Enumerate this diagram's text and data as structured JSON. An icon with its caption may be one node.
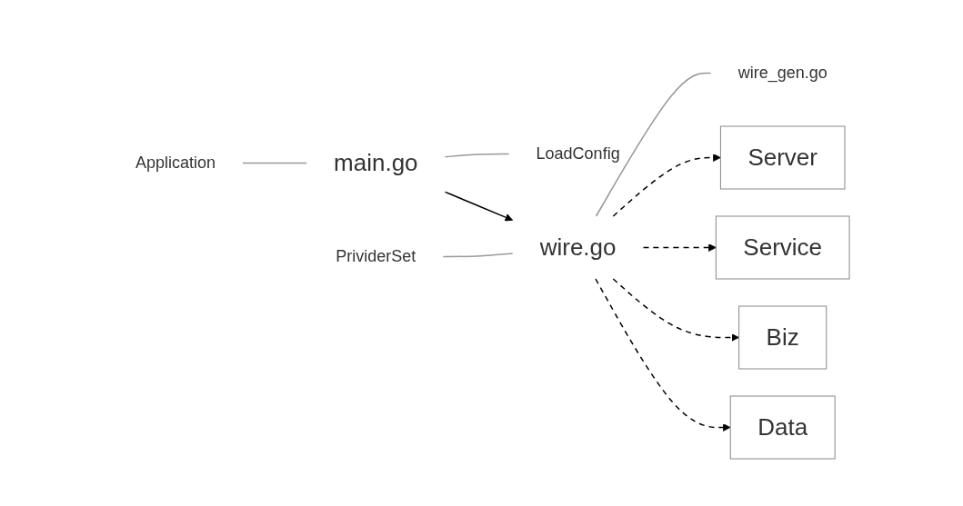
{
  "diagram": {
    "nodes": [
      {
        "text": [
          "Application"
        ]
      },
      {
        "text": [
          "main.go"
        ]
      },
      {
        "text": [
          "LoadConfig"
        ]
      },
      {
        "text": [
          "PrividerSet"
        ]
      },
      {
        "text": [
          "wire.go"
        ]
      },
      {
        "text": [
          "wire_gen.go"
        ]
      },
      {
        "text": [
          "Server"
        ]
      },
      {
        "text": [
          "Service"
        ]
      },
      {
        "text": [
          "Biz"
        ]
      },
      {
        "text": [
          "Data"
        ]
      }
    ],
    "edges": [
      {
        "from": 0,
        "to": 1,
        "arrow": "none",
        "color": "#999999"
      },
      {
        "from": 1,
        "to": 2,
        "arrow": "none",
        "color": "#999999"
      },
      {
        "from": 1,
        "to": 4,
        "arrow": "to"
      },
      {
        "from": 3,
        "to": 4,
        "arrow": "none",
        "color": "#999999"
      },
      {
        "from": 4,
        "to": 5,
        "arrow": "none",
        "color": "#999999"
      },
      {
        "from": 4,
        "to": 6,
        "arrow": "to",
        "style": "dashed"
      },
      {
        "from": 4,
        "to": 7,
        "arrow": "to",
        "style": "dashed"
      },
      {
        "from": 4,
        "to": 8,
        "arrow": "to",
        "style": "dashed"
      },
      {
        "from": 4,
        "to": 9,
        "arrow": "to",
        "style": "dashed"
      }
    ]
  }
}
